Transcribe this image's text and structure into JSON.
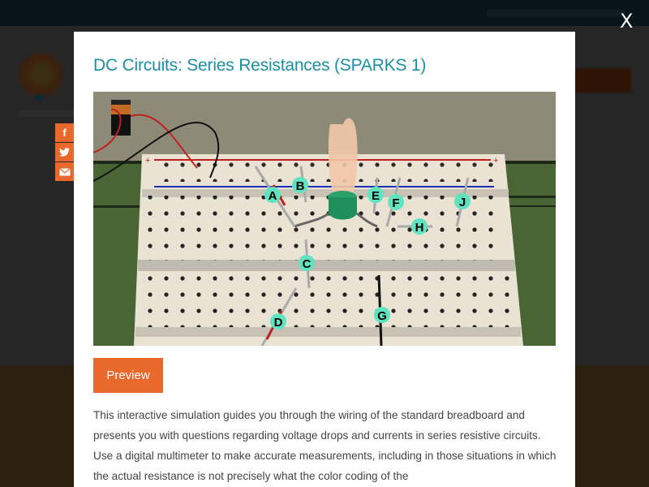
{
  "modal": {
    "title": "DC Circuits: Series Resistances (SPARKS 1)",
    "close_label": "X",
    "preview_label": "Preview",
    "description": "This interactive simulation guides you through the wiring of the standard breadboard and presents you with questions regarding voltage drops and currents in series resistive circuits. Use a digital multimeter to make accurate measurements, including in those situations in which the actual resistance is not precisely what the color coding of the"
  },
  "share": {
    "items": [
      {
        "icon": "facebook-icon",
        "glyph": "f"
      },
      {
        "icon": "twitter-icon",
        "glyph": "🐦"
      },
      {
        "icon": "email-icon",
        "glyph": "✉"
      }
    ]
  },
  "simulation_image": {
    "labels": [
      "A",
      "B",
      "C",
      "D",
      "E",
      "F",
      "G",
      "H",
      "J"
    ],
    "colors": {
      "label_bg": "#5fe3c0",
      "board": "#eae2d2",
      "rail_red": "#c0201e",
      "rail_blue": "#1a2fb8",
      "wall": "#8e8a78",
      "grass": "#4a6534"
    }
  },
  "colors": {
    "accent_orange": "#e8692b",
    "title_teal": "#1b8fa6"
  }
}
